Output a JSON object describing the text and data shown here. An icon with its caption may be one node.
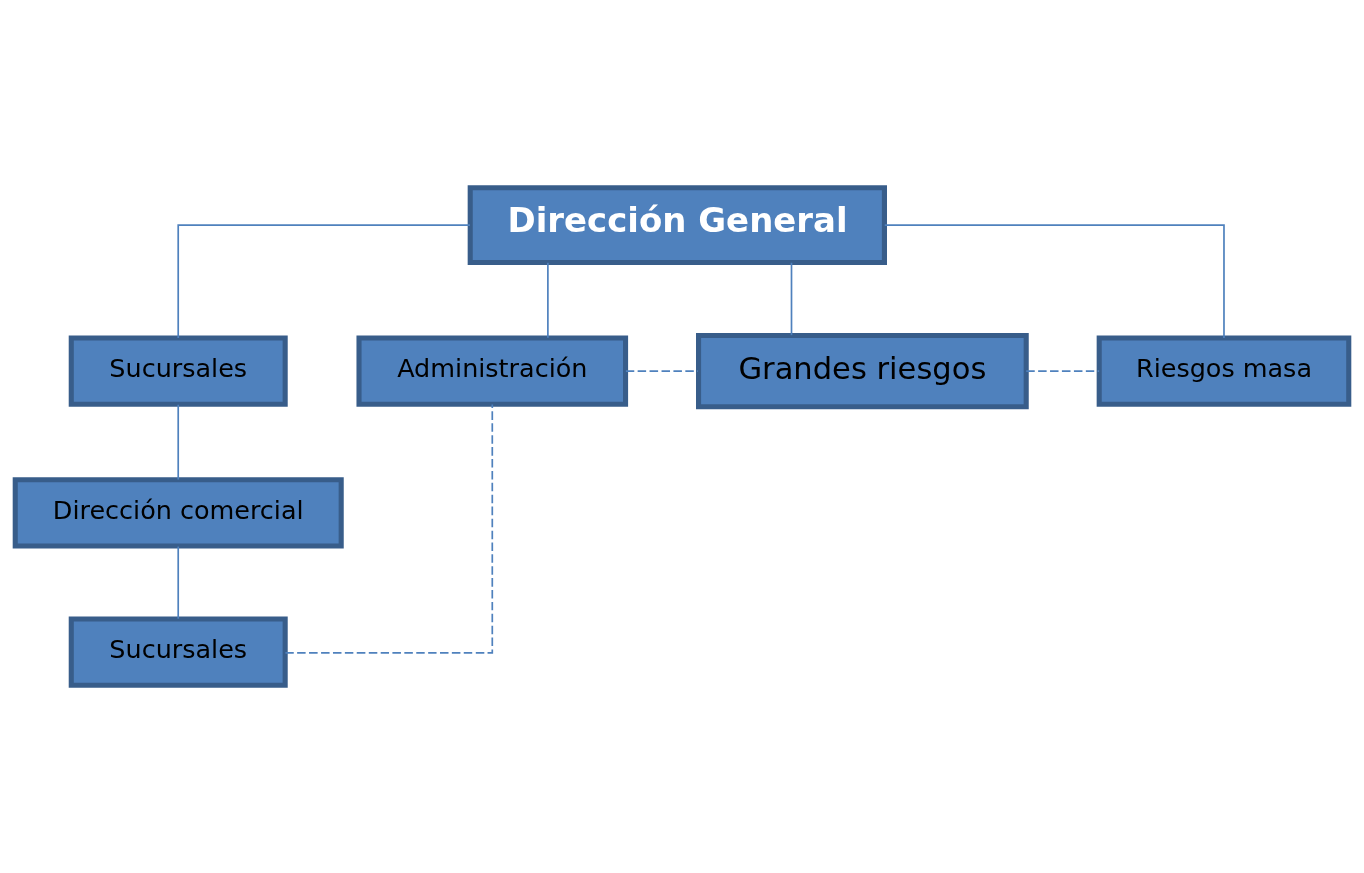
{
  "diagram": {
    "nodes": [
      {
        "text": [
          "Dirección General"
        ]
      },
      {
        "text": [
          "Sucursales"
        ]
      },
      {
        "text": [
          "Administración"
        ]
      },
      {
        "text": [
          "Grandes riesgos"
        ]
      },
      {
        "text": [
          "Riesgos masa"
        ]
      },
      {
        "text": [
          "Dirección comercial"
        ]
      },
      {
        "text": [
          "Sucursales"
        ]
      }
    ],
    "edges": [
      {
        "from": 0,
        "to": 1,
        "arrow": "none"
      },
      {
        "from": 0,
        "to": 2,
        "arrow": "none"
      },
      {
        "from": 0,
        "to": 3,
        "arrow": "none"
      },
      {
        "from": 0,
        "to": 4,
        "arrow": "none"
      },
      {
        "from": 1,
        "to": 5,
        "arrow": "none"
      },
      {
        "from": 5,
        "to": 6,
        "arrow": "none"
      },
      {
        "from": 6,
        "to": 2,
        "arrow": "none",
        "style": "dashed"
      },
      {
        "from": 2,
        "to": 3,
        "arrow": "none",
        "style": "dashed"
      },
      {
        "from": 3,
        "to": 4,
        "arrow": "none",
        "style": "dashed"
      }
    ]
  }
}
